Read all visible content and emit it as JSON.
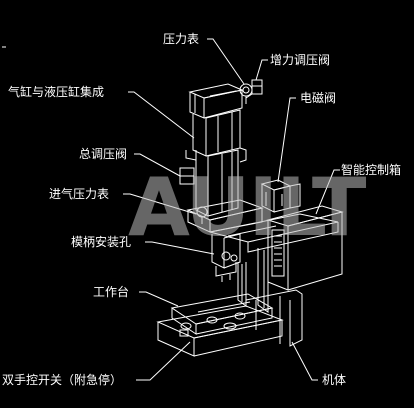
{
  "colors": {
    "background": "#000000",
    "line": "#ffffff",
    "text": "#ffffff",
    "watermark": "#b9b9b9"
  },
  "watermark": "AUILT",
  "labels": {
    "pressure_gauge": "压力表",
    "booster_valve": "增力调压阀",
    "cylinder": "气缸与液压缸集成",
    "solenoid_valve": "电磁阀",
    "main_regulator": "总调压阀",
    "smart_box": "智能控制箱",
    "inlet_gauge": "进气压力表",
    "die_shank_hole": "模柄安装孔",
    "worktable": "工作台",
    "two_hand_switch": "双手控开关（附急停）",
    "body": "机体"
  }
}
